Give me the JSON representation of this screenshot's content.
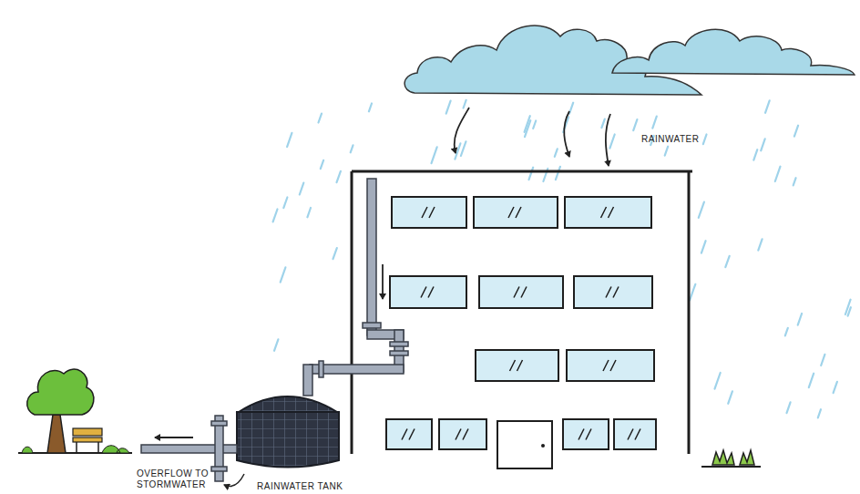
{
  "diagram": {
    "labels": [
      "RAINWATER",
      "OVERFLOW TO STORMWATER",
      "RAINWATER TANK"
    ]
  }
}
